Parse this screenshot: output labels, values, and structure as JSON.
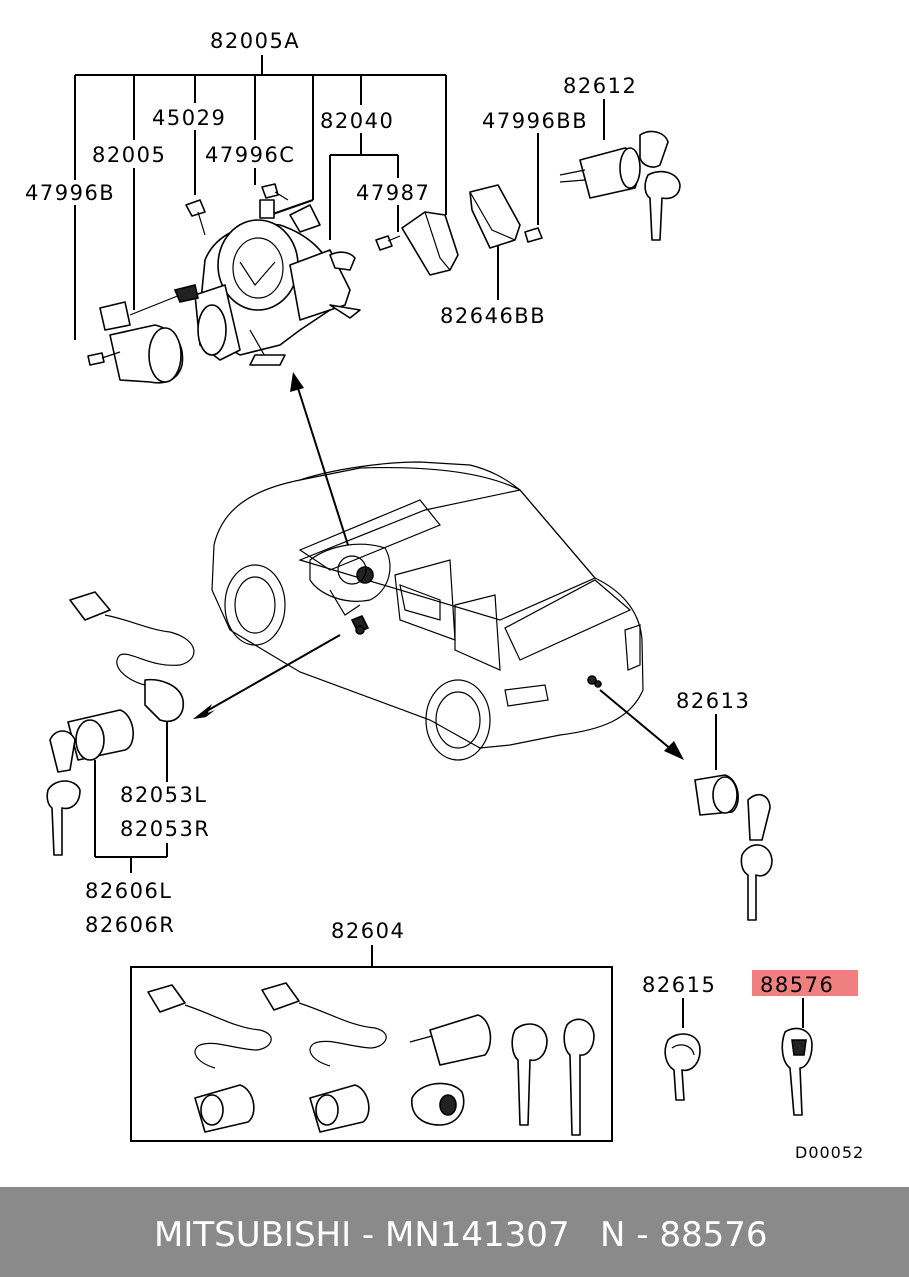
{
  "labels": {
    "p82005A": "82005A",
    "p45029": "45029",
    "p82040": "82040",
    "p82005": "82005",
    "p47996C": "47996C",
    "p47987": "47987",
    "p47996B": "47996B",
    "p82612": "82612",
    "p47996BB": "47996BB",
    "p82646BB": "82646BB",
    "p82613": "82613",
    "p82053L": "82053L",
    "p82053R": "82053R",
    "p82606L": "82606L",
    "p82606R": "82606R",
    "p82604": "82604",
    "p82615": "82615",
    "p88576": "88576"
  },
  "highlight_color": "#f08080",
  "diagram_code": "D00052",
  "footer": {
    "brand_part": "MITSUBISHI - MN141307",
    "reference": "N - 88576",
    "background": "#8a8a8a"
  }
}
